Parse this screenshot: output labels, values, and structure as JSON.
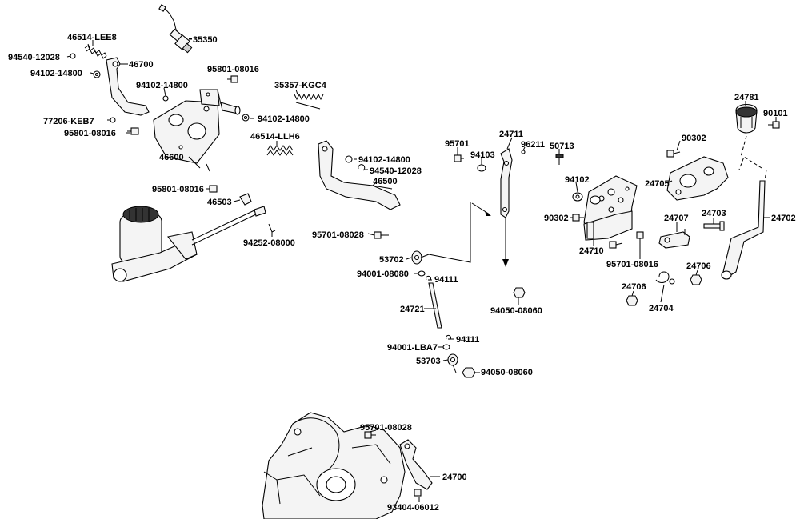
{
  "diagram": {
    "labels": [
      {
        "id": "lbl-46514-lee8",
        "text": "46514-LEE8"
      },
      {
        "id": "lbl-35350",
        "text": "35350"
      },
      {
        "id": "lbl-94540-12028-a",
        "text": "94540-12028"
      },
      {
        "id": "lbl-46700",
        "text": "46700"
      },
      {
        "id": "lbl-94102-14800-a",
        "text": "94102-14800"
      },
      {
        "id": "lbl-95801-08016-a",
        "text": "95801-08016"
      },
      {
        "id": "lbl-94102-14800-b",
        "text": "94102-14800"
      },
      {
        "id": "lbl-35357-kgc4",
        "text": "35357-KGC4"
      },
      {
        "id": "lbl-77206-keb7",
        "text": "77206-KEB7"
      },
      {
        "id": "lbl-94102-14800-c",
        "text": "94102-14800"
      },
      {
        "id": "lbl-95801-08016-b",
        "text": "95801-08016"
      },
      {
        "id": "lbl-46514-llh6",
        "text": "46514-LLH6"
      },
      {
        "id": "lbl-46600",
        "text": "46600"
      },
      {
        "id": "lbl-94102-14800-d",
        "text": "94102-14800"
      },
      {
        "id": "lbl-94540-12028-b",
        "text": "94540-12028"
      },
      {
        "id": "lbl-46500",
        "text": "46500"
      },
      {
        "id": "lbl-95801-08016-c",
        "text": "95801-08016"
      },
      {
        "id": "lbl-46503",
        "text": "46503"
      },
      {
        "id": "lbl-94252-08000",
        "text": "94252-08000"
      },
      {
        "id": "lbl-95701-08028-a",
        "text": "95701-08028"
      },
      {
        "id": "lbl-53702",
        "text": "53702"
      },
      {
        "id": "lbl-94001-08080",
        "text": "94001-08080"
      },
      {
        "id": "lbl-94111-a",
        "text": "94111"
      },
      {
        "id": "lbl-24721",
        "text": "24721"
      },
      {
        "id": "lbl-94111-b",
        "text": "94111"
      },
      {
        "id": "lbl-94001-lba7",
        "text": "94001-LBA7"
      },
      {
        "id": "lbl-53703",
        "text": "53703"
      },
      {
        "id": "lbl-94050-08060-a",
        "text": "94050-08060"
      },
      {
        "id": "lbl-95701-a",
        "text": "95701"
      },
      {
        "id": "lbl-94103",
        "text": "94103"
      },
      {
        "id": "lbl-24711",
        "text": "24711"
      },
      {
        "id": "lbl-96211",
        "text": "96211"
      },
      {
        "id": "lbl-50713",
        "text": "50713"
      },
      {
        "id": "lbl-94050-08060-b",
        "text": "94050-08060"
      },
      {
        "id": "lbl-94102-e",
        "text": "94102"
      },
      {
        "id": "lbl-90302-a",
        "text": "90302"
      },
      {
        "id": "lbl-24710",
        "text": "24710"
      },
      {
        "id": "lbl-95701-08016",
        "text": "95701-08016"
      },
      {
        "id": "lbl-90302-b",
        "text": "90302"
      },
      {
        "id": "lbl-24705",
        "text": "24705"
      },
      {
        "id": "lbl-24781",
        "text": "24781"
      },
      {
        "id": "lbl-90101",
        "text": "90101"
      },
      {
        "id": "lbl-24707",
        "text": "24707"
      },
      {
        "id": "lbl-24703",
        "text": "24703"
      },
      {
        "id": "lbl-24702",
        "text": "24702"
      },
      {
        "id": "lbl-24706-a",
        "text": "24706"
      },
      {
        "id": "lbl-24706-b",
        "text": "24706"
      },
      {
        "id": "lbl-24704",
        "text": "24704"
      },
      {
        "id": "lbl-95701-08028-b",
        "text": "95701-08028"
      },
      {
        "id": "lbl-24700",
        "text": "24700"
      },
      {
        "id": "lbl-93404-06012",
        "text": "93404-06012"
      }
    ]
  }
}
